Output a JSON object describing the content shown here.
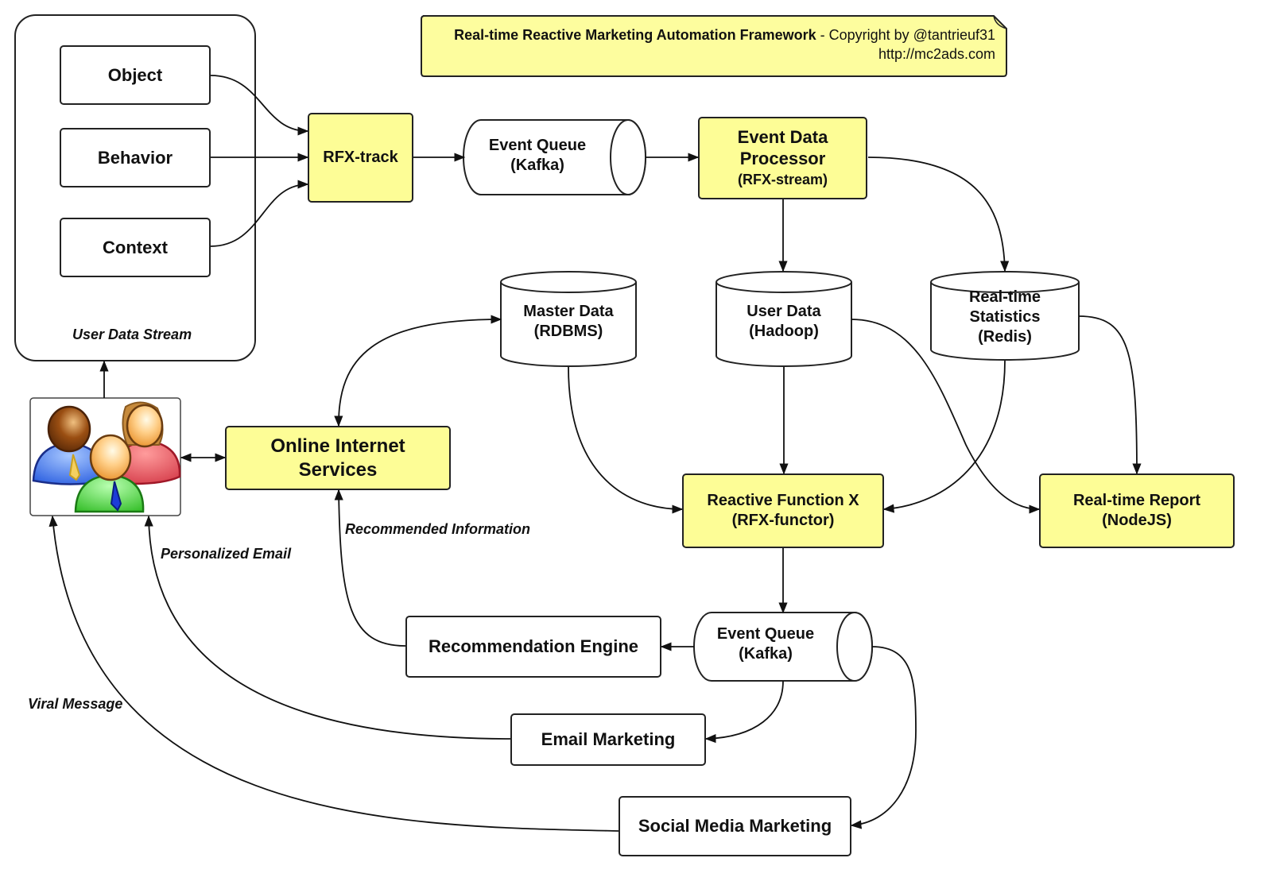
{
  "note": {
    "title": "Real-time Reactive Marketing Automation Framework",
    "separator": " - ",
    "copyright": "Copyright by @tantrieuf31",
    "url": "http://mc2ads.com"
  },
  "user_data_stream": {
    "label": "User Data Stream",
    "items": [
      "Object",
      "Behavior",
      "Context"
    ]
  },
  "nodes": {
    "rfx_track": "RFX-track",
    "event_queue_top": {
      "line1": "Event Queue",
      "line2": "(Kafka)"
    },
    "event_processor": {
      "line1": "Event Data",
      "line2": "Processor",
      "line3": "(RFX-stream)"
    },
    "master_data": {
      "line1": "Master Data",
      "line2": "(RDBMS)"
    },
    "user_data": {
      "line1": "User Data",
      "line2": "(Hadoop)"
    },
    "realtime_stats": {
      "line1": "Real-time",
      "line2": "Statistics",
      "line3": "(Redis)"
    },
    "online_services": {
      "line1": "Online Internet",
      "line2": "Services"
    },
    "rfx_functor": {
      "line1": "Reactive Function X",
      "line2": "(RFX-functor)"
    },
    "realtime_report": {
      "line1": "Real-time Report",
      "line2": "(NodeJS)"
    },
    "event_queue_bottom": {
      "line1": "Event Queue",
      "line2": "(Kafka)"
    },
    "recommendation_engine": "Recommendation Engine",
    "email_marketing": "Email Marketing",
    "social_media": "Social Media Marketing"
  },
  "edge_labels": {
    "recommended_information": "Recommended Information",
    "personalized_email": "Personalized Email",
    "viral_message": "Viral Message"
  },
  "users_icon": "users-group-icon",
  "colors": {
    "box_yellow": "#fdfd96",
    "note_yellow": "#fdfd9e",
    "stroke": "#222222"
  }
}
